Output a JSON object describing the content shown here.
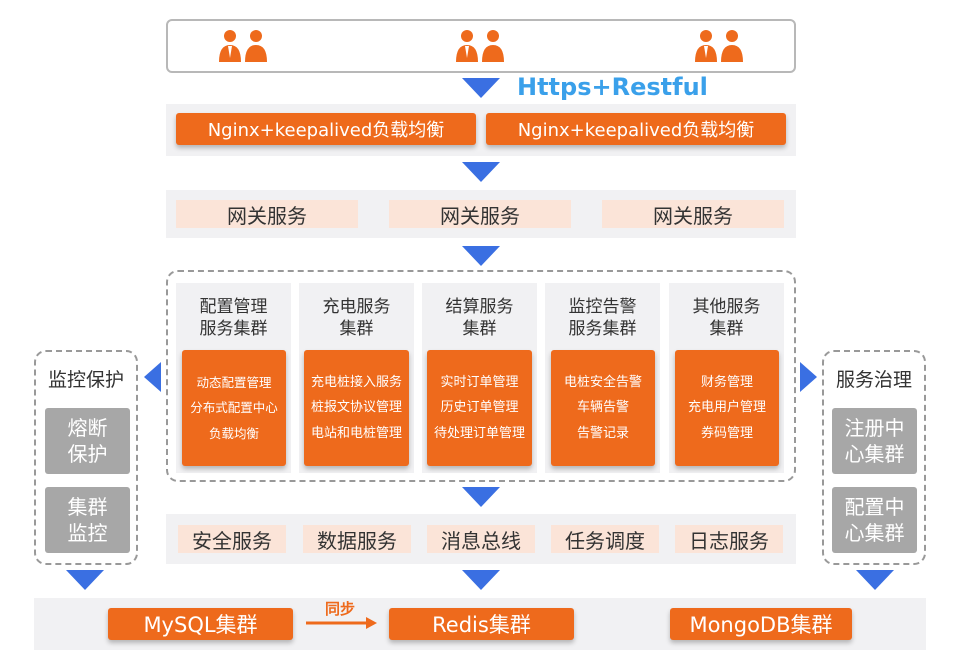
{
  "protocol": "Https+Restful",
  "users": [
    "user-group-1",
    "user-group-2",
    "user-group-3"
  ],
  "lb": [
    "Nginx+keepalived负载均衡",
    "Nginx+keepalived负载均衡"
  ],
  "gateway": [
    "网关服务",
    "网关服务",
    "网关服务"
  ],
  "clusters": [
    {
      "title_line1": "配置管理",
      "title_line2": "服务集群",
      "items": [
        "动态配置管理",
        "分布式配置中心",
        "负载均衡"
      ]
    },
    {
      "title_line1": "充电服务",
      "title_line2": "集群",
      "items": [
        "充电桩接入服务",
        "桩报文协议管理",
        "电站和电桩管理"
      ]
    },
    {
      "title_line1": "结算服务",
      "title_line2": "集群",
      "items": [
        "实时订单管理",
        "历史订单管理",
        "待处理订单管理"
      ]
    },
    {
      "title_line1": "监控告警",
      "title_line2": "服务集群",
      "items": [
        "电桩安全告警",
        "车辆告警",
        "告警记录"
      ]
    },
    {
      "title_line1": "其他服务",
      "title_line2": "集群",
      "items": [
        "财务管理",
        "充电用户管理",
        "券码管理"
      ]
    }
  ],
  "left_panel": {
    "title": "监控保护",
    "items": [
      {
        "l1": "熔断",
        "l2": "保护"
      },
      {
        "l1": "集群",
        "l2": "监控"
      }
    ]
  },
  "right_panel": {
    "title": "服务治理",
    "items": [
      {
        "l1": "注册中",
        "l2": "心集群"
      },
      {
        "l1": "配置中",
        "l2": "心集群"
      }
    ]
  },
  "infra": [
    "安全服务",
    "数据服务",
    "消息总线",
    "任务调度",
    "日志服务"
  ],
  "storage": {
    "mysql": "MySQL集群",
    "sync": "同步",
    "redis": "Redis集群",
    "mongo": "MongoDB集群"
  },
  "colors": {
    "accent": "#ee6a1c",
    "arrow": "#3a6fe2",
    "protocol": "#3aa0ea"
  }
}
